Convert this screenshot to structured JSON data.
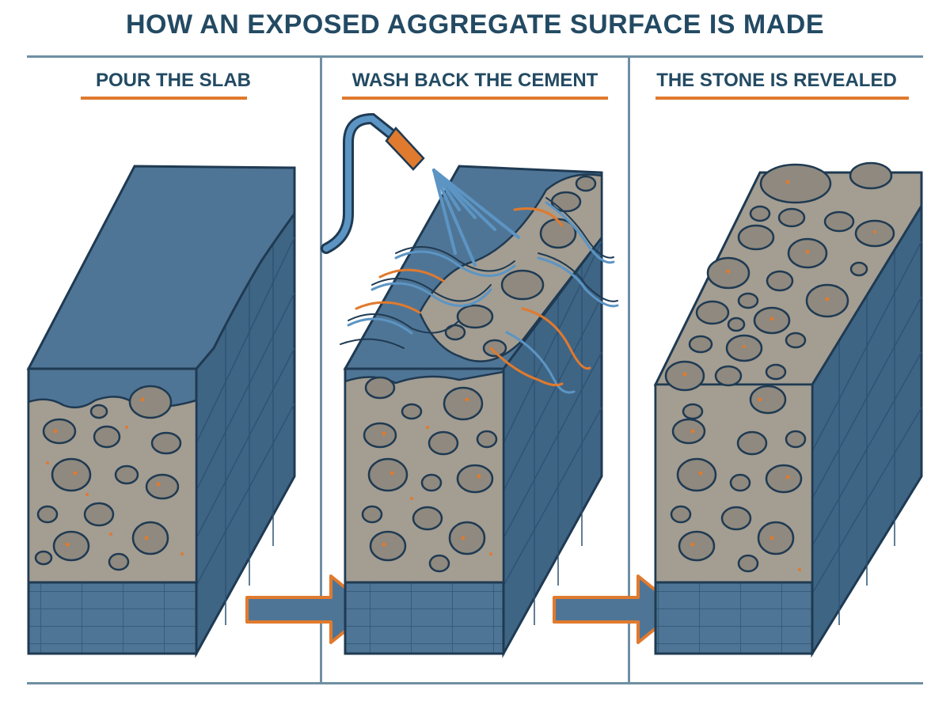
{
  "title": "HOW AN EXPOSED AGGREGATE SURFACE IS MADE",
  "panels": [
    {
      "label": "POUR THE SLAB"
    },
    {
      "label": "WASH BACK THE CEMENT"
    },
    {
      "label": "THE STONE IS REVEALED"
    }
  ],
  "colors": {
    "heading": "#234a63",
    "accent_orange": "#e07a2e",
    "slab_blue": "#4f7596",
    "slab_side": "#3f6585",
    "concrete_gray": "#a39d92",
    "stone_gray": "#8f897f",
    "water_blue": "#5c95c4",
    "outline": "#1f3a52"
  },
  "icons": [
    "hose-icon",
    "water-spray-icon",
    "arrow-right-icon"
  ]
}
